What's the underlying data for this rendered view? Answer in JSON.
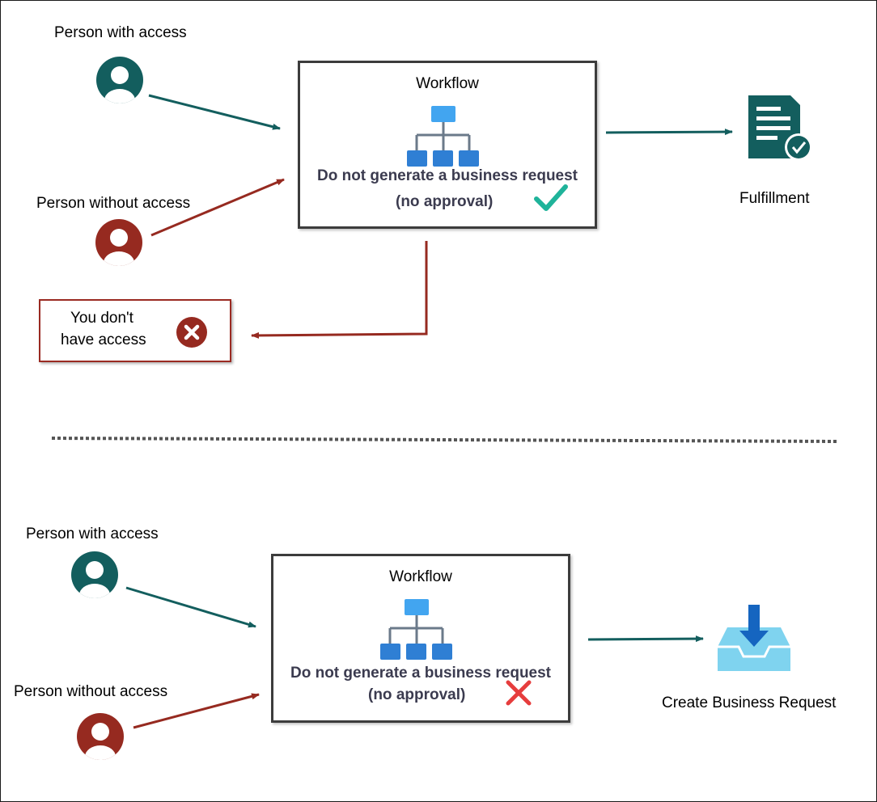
{
  "top_scenario": {
    "person_with_access": "Person with access",
    "person_without_access": "Person without access",
    "workflow": {
      "title": "Workflow",
      "line1": "Do not generate a business request",
      "line2": "(no approval)",
      "status_icon": "check-icon"
    },
    "outcome": {
      "label": "Fulfillment",
      "icon": "document-check-icon"
    },
    "denied": {
      "line1": "You don't",
      "line2": "have access",
      "icon": "x-circle-icon"
    }
  },
  "bottom_scenario": {
    "person_with_access": "Person with access",
    "person_without_access": "Person without access",
    "workflow": {
      "title": "Workflow",
      "line1": "Do not generate a business request",
      "line2": "(no approval)",
      "status_icon": "cross-icon"
    },
    "outcome": {
      "label": "Create Business Request",
      "icon": "inbox-download-icon"
    }
  },
  "colors": {
    "teal": "#135e5e",
    "red": "#962a20",
    "workflow_blue": "#2f7fd4",
    "workflow_blue_light": "#42a5f0",
    "check_green": "#1fb39a",
    "cross_red": "#e63d3d",
    "inbox_light": "#7fd3ef",
    "inbox_arrow": "#1565c0"
  }
}
